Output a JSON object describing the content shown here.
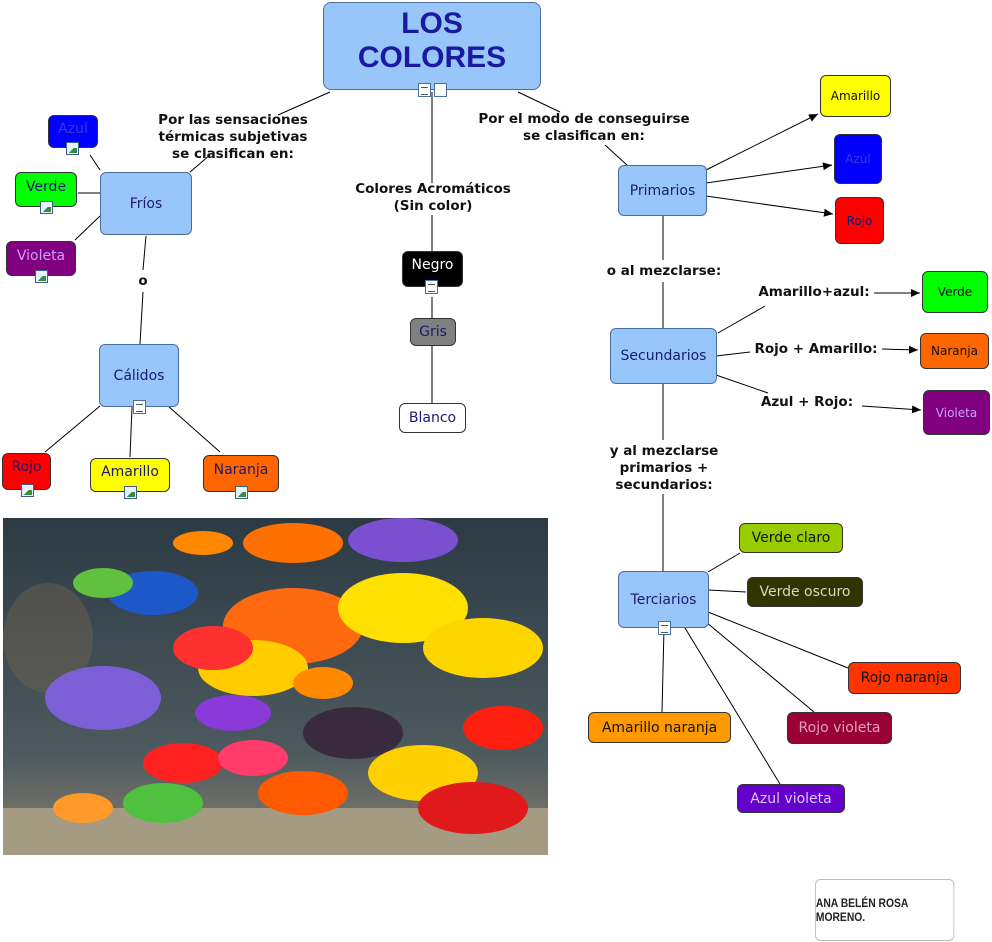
{
  "title": "LOS COLORES",
  "labels": {
    "sensaciones": "Por las sensaciones\ntérmicas subjetivas\nse clasifican en:",
    "acromaticos": "Colores Acromáticos\n(Sin color)",
    "modo": "Por el modo de conseguirse\nse clasifican en:",
    "o": "o",
    "mezclarse": "o al mezclarse:",
    "mezclarse2": "y al mezclarse\nprimarios +\nsecundarios:",
    "amarillo_azul": "Amarillo+azul:",
    "rojo_amarillo": "Rojo + Amarillo:",
    "azul_rojo": "Azul + Rojo:"
  },
  "nodes": {
    "frios": "Fríos",
    "calidos": "Cálidos",
    "frio_azul": "Azul",
    "frio_verde": "Verde",
    "frio_violeta": "Violeta",
    "cal_rojo": "Rojo",
    "cal_amarillo": "Amarillo",
    "cal_naranja": "Naranja",
    "negro": "Negro",
    "gris": "Gris",
    "blanco": "Blanco",
    "primarios": "Primarios",
    "prim_amarillo": "Amarillo",
    "prim_azul": "Azul",
    "prim_rojo": "Rojo",
    "secundarios": "Secundarios",
    "sec_verde": "Verde",
    "sec_naranja": "Naranja",
    "sec_violeta": "Violeta",
    "terciarios": "Terciarios",
    "ter_verde_claro": "Verde claro",
    "ter_verde_oscuro": "Verde oscuro",
    "ter_rojo_naranja": "Rojo naranja",
    "ter_rojo_violeta": "Rojo violeta",
    "ter_azul_violeta": "Azul violeta",
    "ter_amarillo_naranja": "Amarillo naranja"
  },
  "author": "ANA BELÉN ROSA MORENO.",
  "colors": {
    "concept_blue": "#98c6fb",
    "yellow": "#ffff00",
    "blue": "#0000ff",
    "red": "#ff0000",
    "green": "#00ff00",
    "violet": "#800080",
    "orange": "#ff6600",
    "black": "#000000",
    "gray": "#808080",
    "verde_claro": "#99cc00",
    "verde_oscuro": "#333300",
    "rojo_naranja": "#ff3300",
    "rojo_violeta": "#990033",
    "azul_violeta": "#6600cc",
    "amarillo_naranja": "#ff9900"
  }
}
